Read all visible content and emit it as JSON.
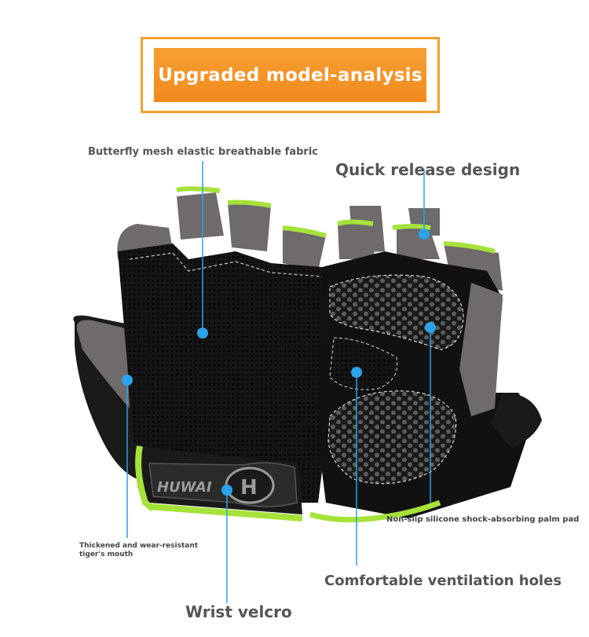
{
  "banner": {
    "title": "Upgraded model-analysis"
  },
  "labels": {
    "mesh": "Butterfly mesh elastic breathable fabric",
    "quick_release": "Quick release design",
    "palm_pad": "Non-slip silicone shock-absorbing palm pad",
    "tigers_mouth": "Thickened and wear-resistant tiger's mouth",
    "ventilation": "Comfortable ventilation holes",
    "wrist": "Wrist velcro"
  },
  "brand": {
    "logo_text": "HUWAI",
    "logo_mark": "H"
  },
  "colors": {
    "accent_orange": "#f5a02b",
    "callout_blue": "#2aa3ea",
    "glove_black": "#111111",
    "glove_gray": "#6f6a6c",
    "trim_green": "#a6e23a"
  }
}
